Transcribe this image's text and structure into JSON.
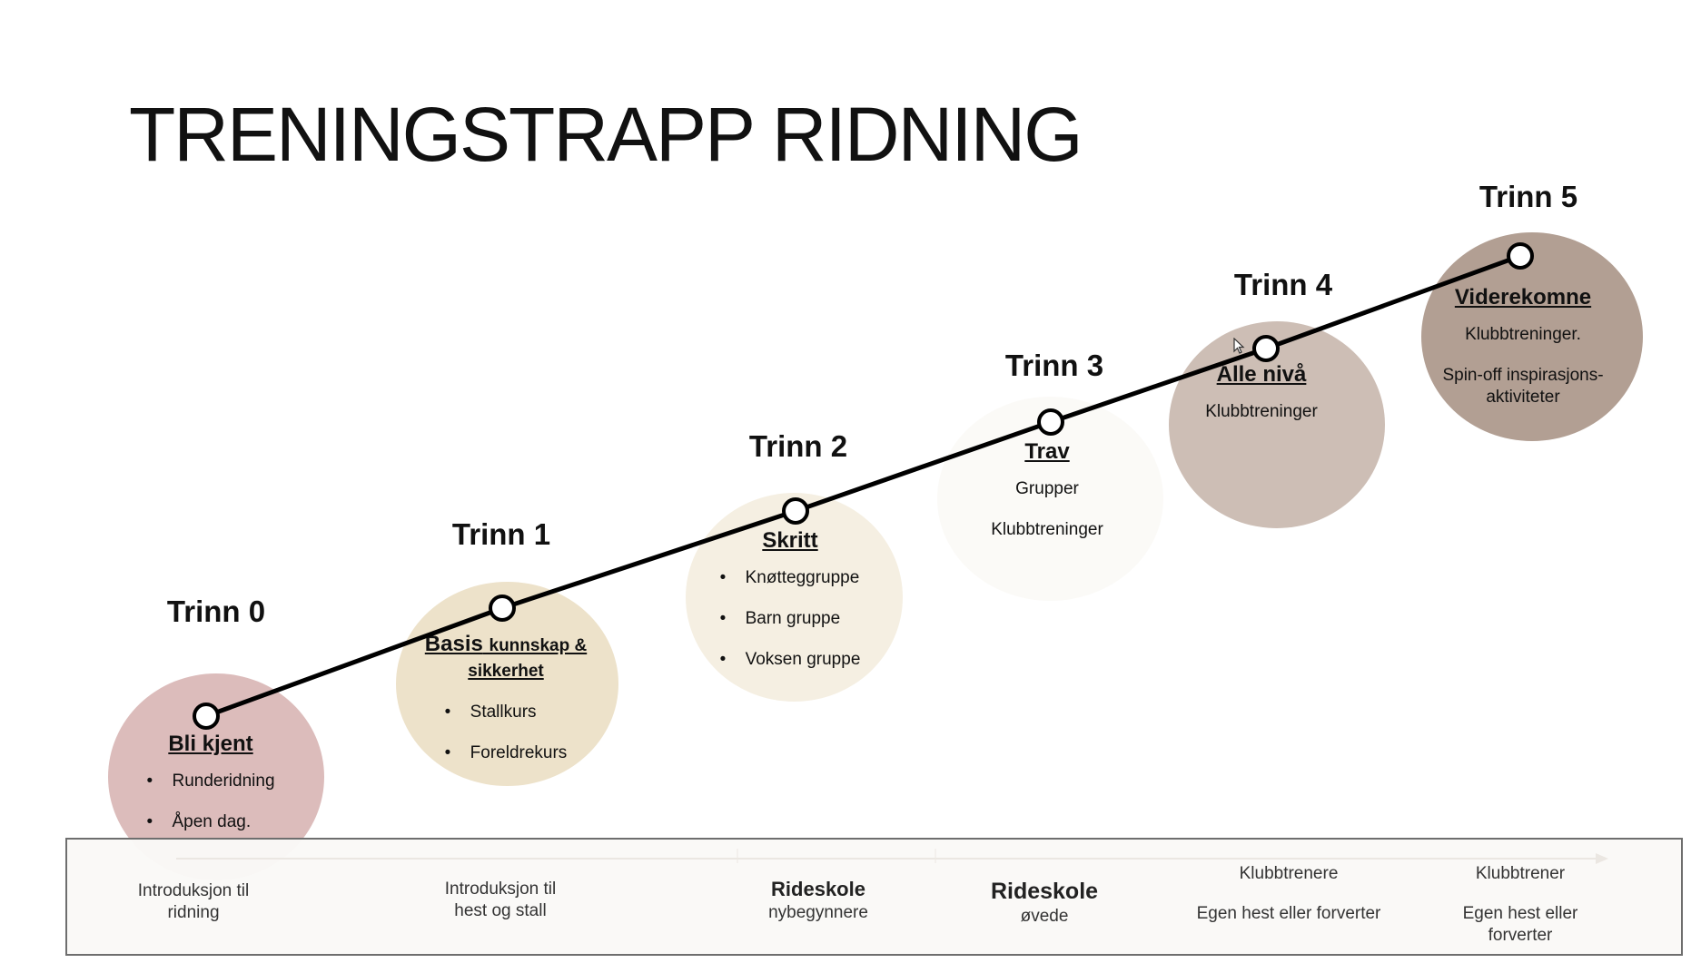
{
  "title": "TRENINGSTRAPP RIDNING",
  "colors": {
    "line": "#000000",
    "node_fill": "#ffffff",
    "circle_0": "#dcbcbb",
    "circle_1": "#ede2ca",
    "circle_2": "#f5efe2",
    "circle_3": "#fbfaf7",
    "circle_4": "#cdbeb5",
    "circle_5": "#b29f93"
  },
  "steps": [
    {
      "trinn": "Trinn 0",
      "title": "Bli kjent",
      "bullets": [
        "Runderidning",
        "Åpen dag."
      ]
    },
    {
      "trinn": "Trinn 1",
      "title_main": "Basis",
      "title_small": "kunnskap &",
      "title_line2": "sikkerhet",
      "bullets": [
        "Stallkurs",
        "Foreldrekurs"
      ]
    },
    {
      "trinn": "Trinn 2",
      "title": "Skritt",
      "bullets": [
        "Knøtteggruppe",
        "Barn gruppe",
        "Voksen gruppe"
      ]
    },
    {
      "trinn": "Trinn 3",
      "title": "Trav",
      "lines": [
        "Grupper",
        "Klubbtreninger"
      ]
    },
    {
      "trinn": "Trinn 4",
      "title": "Alle nivå",
      "lines": [
        "Klubbtreninger"
      ]
    },
    {
      "trinn": "Trinn 5",
      "title": "Viderekomne",
      "line1": "Klubbtreninger.",
      "line2a": "Spin-off  inspirasjons-",
      "line2b": "aktiviteter"
    }
  ],
  "bottom": {
    "b0_l1": "Introduksjon til",
    "b0_l2": "ridning",
    "b1_l1": "Introduksjon til",
    "b1_l2": "hest og stall",
    "b2_bold": "Rideskole",
    "b2_sub": "nybegynnere",
    "b3_bold": "Rideskole",
    "b3_sub": "øvede",
    "b4_l1": "Klubbtrenere",
    "b4_l2": "Egen hest eller forverter",
    "b5_l1": "Klubbtrener",
    "b5_l2a": "Egen hest eller",
    "b5_l2b": "forverter"
  }
}
